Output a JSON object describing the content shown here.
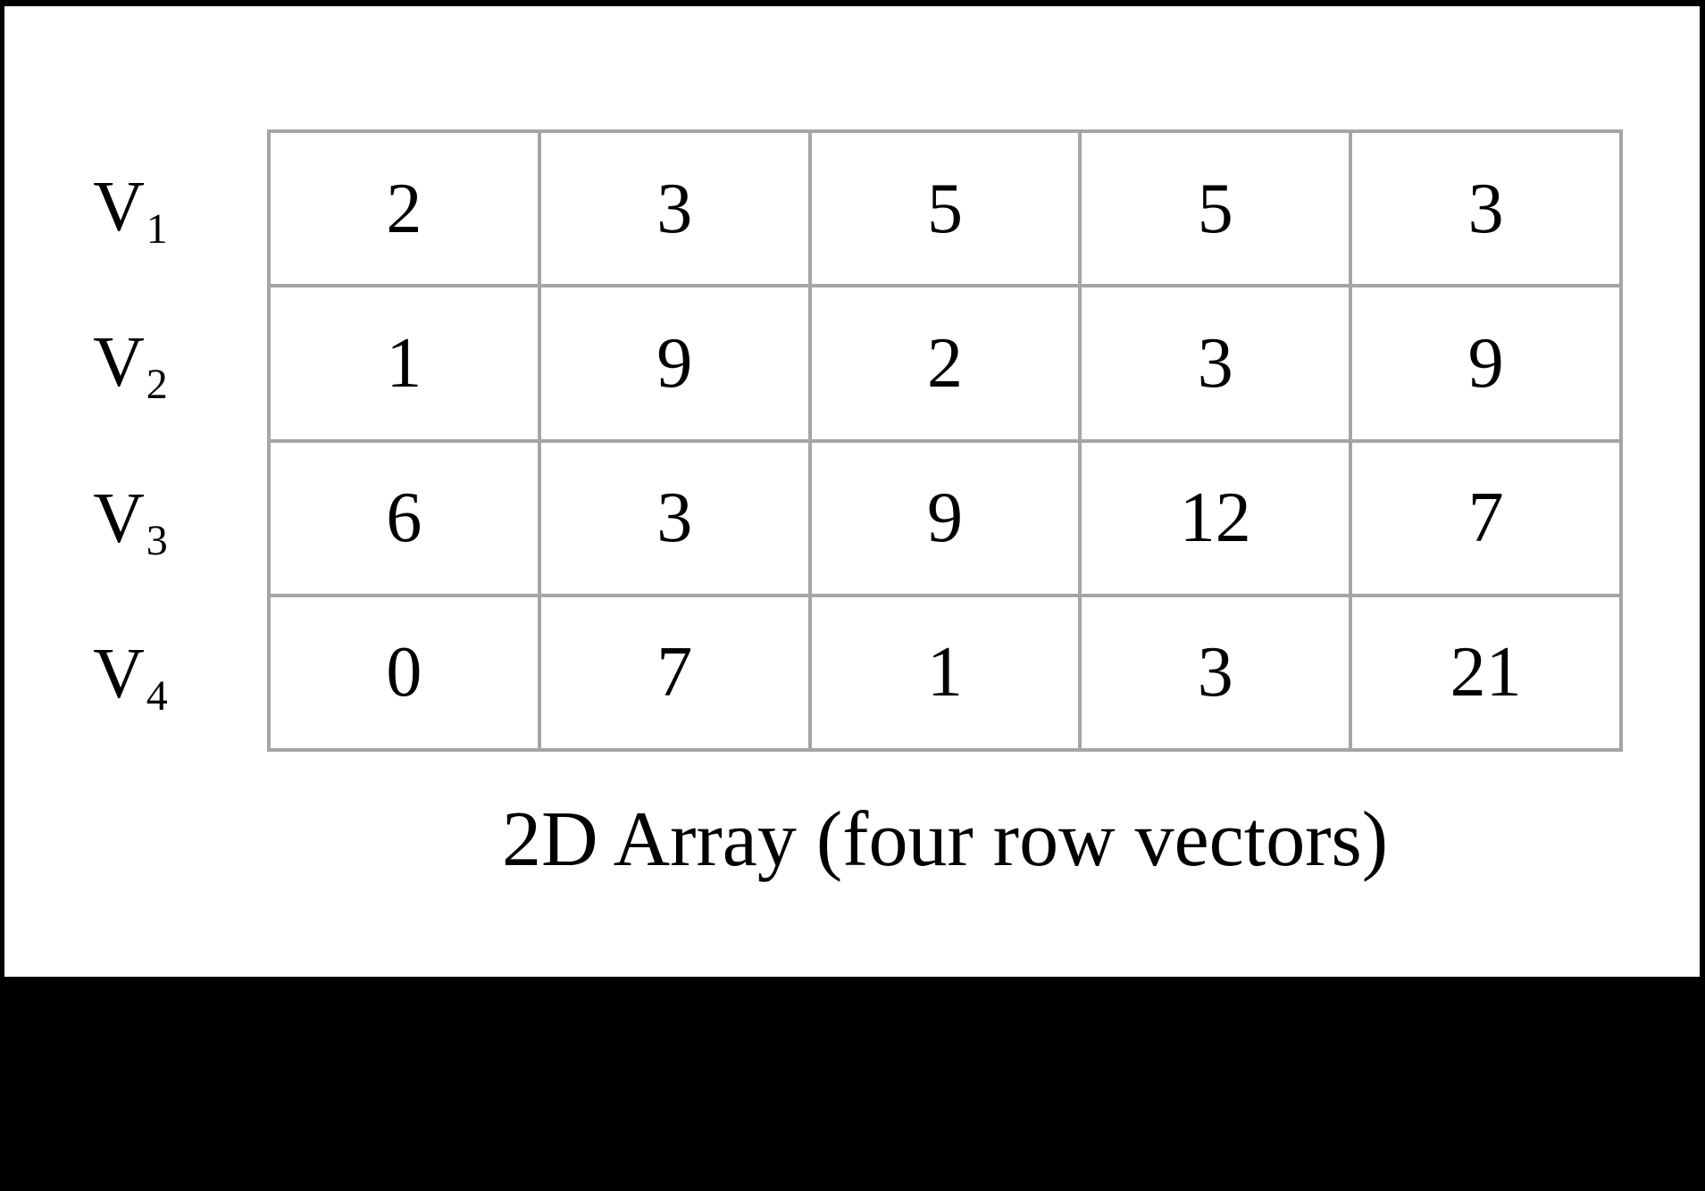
{
  "figure": {
    "caption": "2D Array (four row vectors)",
    "rows": [
      {
        "label": "V",
        "subscript": "1",
        "values": [
          "2",
          "3",
          "5",
          "5",
          "3"
        ]
      },
      {
        "label": "V",
        "subscript": "2",
        "values": [
          "1",
          "9",
          "2",
          "3",
          "9"
        ]
      },
      {
        "label": "V",
        "subscript": "3",
        "values": [
          "6",
          "3",
          "9",
          "12",
          "7"
        ]
      },
      {
        "label": "V",
        "subscript": "4",
        "values": [
          "0",
          "7",
          "1",
          "3",
          "21"
        ]
      }
    ],
    "colors": {
      "page_bg": "#000000",
      "panel_bg": "#ffffff",
      "grid_line": "#a5a5a5",
      "text": "#000000"
    }
  },
  "chart_data": {
    "type": "table",
    "title": "2D Array (four row vectors)",
    "row_headers": [
      "V1",
      "V2",
      "V3",
      "V4"
    ],
    "rows": [
      [
        2,
        3,
        5,
        5,
        3
      ],
      [
        1,
        9,
        2,
        3,
        9
      ],
      [
        6,
        3,
        9,
        12,
        7
      ],
      [
        0,
        7,
        1,
        3,
        21
      ]
    ],
    "layout_hints": {
      "columns": 5,
      "grid": true,
      "caption_position": "below-table"
    }
  }
}
